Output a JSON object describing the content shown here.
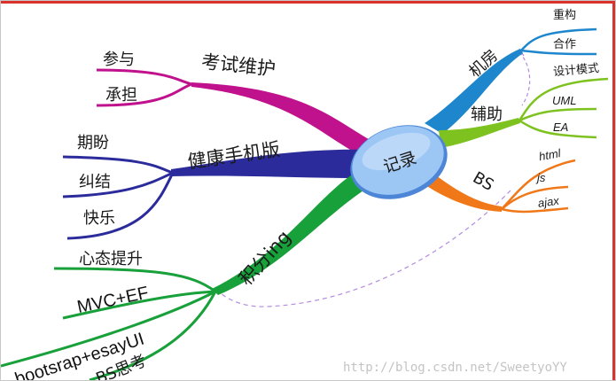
{
  "center": {
    "label": "记录"
  },
  "left": {
    "maintain": {
      "label": "考试维护",
      "children": [
        "参与",
        "承担"
      ]
    },
    "healthy": {
      "label": "健康手机版",
      "children": [
        "期盼",
        "纠结",
        "快乐"
      ]
    },
    "accumulate": {
      "label": "积分ing",
      "children": [
        "心态提升",
        "MVC+EF",
        "bootsrap+esayUI",
        "BS思考"
      ]
    }
  },
  "right": {
    "room": {
      "label": "机房",
      "children": [
        "重构",
        "合作"
      ]
    },
    "assist": {
      "label": "辅助",
      "children": [
        "设计模式",
        "UML",
        "EA"
      ]
    },
    "bs": {
      "label": "BS",
      "children": [
        "html",
        "js",
        "ajax"
      ]
    }
  },
  "watermark": "http://blog.csdn.net/SweetyoYY",
  "colors": {
    "maintain": "#c0128c",
    "healthy": "#2b2b9c",
    "accumulate": "#18a03a",
    "room": "#1d86cc",
    "assist": "#7dc21e",
    "bs": "#f07818",
    "center_fill": "#9cc7f5",
    "center_stroke": "#4d86d6",
    "dashed": "#b48be0"
  }
}
